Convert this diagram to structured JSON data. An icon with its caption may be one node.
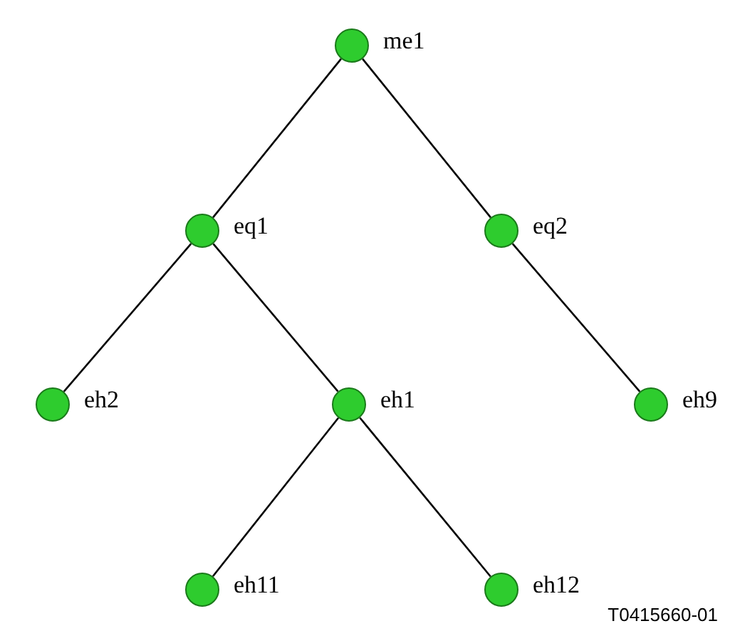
{
  "diagram": {
    "nodes": [
      {
        "text": [],
        "shape": "circle",
        "beside": [
          "me1"
        ]
      },
      {
        "text": [],
        "shape": "circle",
        "beside": [
          "eq1"
        ]
      },
      {
        "text": [],
        "shape": "circle",
        "beside": [
          "eq2"
        ]
      },
      {
        "text": [],
        "shape": "circle",
        "beside": [
          "eh2"
        ]
      },
      {
        "text": [],
        "shape": "circle",
        "beside": [
          "eh1"
        ]
      },
      {
        "text": [],
        "shape": "circle",
        "beside": [
          "eh9"
        ]
      },
      {
        "text": [],
        "shape": "circle",
        "beside": [
          "eh11"
        ]
      },
      {
        "text": [],
        "shape": "circle",
        "beside": [
          "eh12"
        ]
      }
    ],
    "edges": [
      {
        "from": 0,
        "to": 1,
        "arrow": "none"
      },
      {
        "from": 0,
        "to": 2,
        "arrow": "none"
      },
      {
        "from": 1,
        "to": 3,
        "arrow": "none"
      },
      {
        "from": 1,
        "to": 4,
        "arrow": "none"
      },
      {
        "from": 2,
        "to": 5,
        "arrow": "none"
      },
      {
        "from": 4,
        "to": 6,
        "arrow": "none"
      },
      {
        "from": 4,
        "to": 7,
        "arrow": "none"
      }
    ],
    "labels": [
      "T0415660-01"
    ]
  }
}
